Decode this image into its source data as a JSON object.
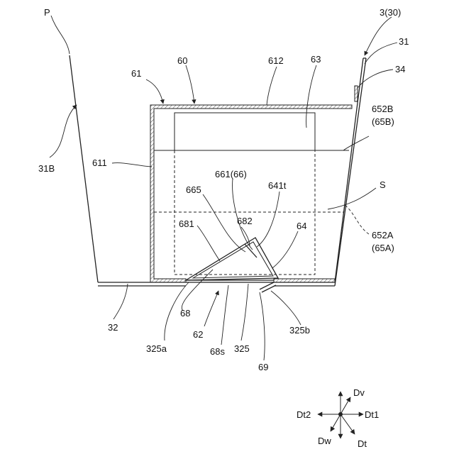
{
  "labels": {
    "P": "P",
    "30": "3(30)",
    "31": "31",
    "34": "34",
    "31B": "31B",
    "60": "60",
    "61": "61",
    "612": "612",
    "63": "63",
    "652B": "652B",
    "65B": "(65B)",
    "611": "611",
    "661": "661(66)",
    "641t": "641t",
    "665": "665",
    "S": "S",
    "682": "682",
    "681": "681",
    "64": "64",
    "652A": "652A",
    "65A": "(65A)",
    "68": "68",
    "325a": "325a",
    "62": "62",
    "68s": "68s",
    "325": "325",
    "325b": "325b",
    "69": "69",
    "32": "32"
  },
  "compass": {
    "Dv": "Dv",
    "Dt1": "Dt1",
    "Dt2": "Dt2",
    "Dw": "Dw",
    "Dt": "Dt"
  },
  "colors": {
    "line": "#222222",
    "background": "#ffffff"
  }
}
